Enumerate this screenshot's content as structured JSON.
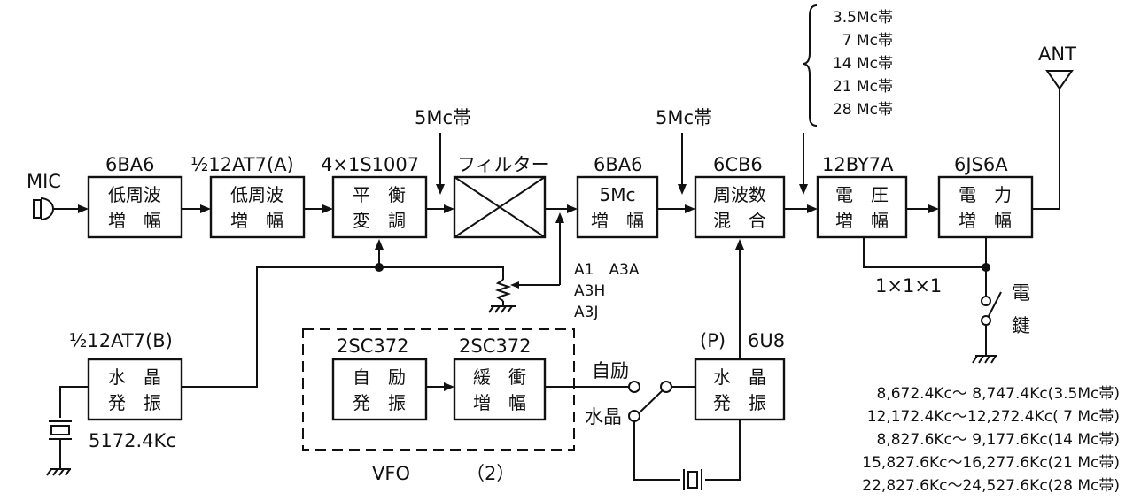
{
  "figure_number": "（2）",
  "input_label": "MIC",
  "antenna_label": "ANT",
  "stages": {
    "af_amp1": {
      "tube": "6BA6",
      "line1": "低周波",
      "line2": "増　幅"
    },
    "af_amp2": {
      "tube": "½12AT7(A)",
      "line1": "低周波",
      "line2": "増　幅"
    },
    "balanced_mod": {
      "tube": "4×1S1007",
      "line1": "平　衡",
      "line2": "変　調"
    },
    "filter": {
      "tube": "フィルター"
    },
    "if_amp": {
      "tube": "6BA6",
      "line1": "5Mc",
      "line2": "増　幅"
    },
    "mixer": {
      "tube": "6CB6",
      "line1": "周波数",
      "line2": "混　合"
    },
    "driver": {
      "tube": "12BY7A",
      "line1": "電　圧",
      "line2": "増　幅"
    },
    "final": {
      "tube": "6JS6A",
      "line1": "電　力",
      "line2": "増　幅"
    },
    "carrier_osc": {
      "tube": "½12AT7(B)",
      "line1": "水　晶",
      "line2": "発　振",
      "crystal_freq": "5172.4Kc"
    },
    "vfo_osc": {
      "tube": "2SC372",
      "line1": "自　励",
      "line2": "発　振"
    },
    "vfo_buffer": {
      "tube": "2SC372",
      "line1": "緩　衝",
      "line2": "増　幅"
    },
    "xtal_osc": {
      "tube": "6U8",
      "tube_prefix": "(P)",
      "line1": "水　晶",
      "line2": "発　振"
    }
  },
  "signal_labels": {
    "filter_input": "5Mc帯",
    "mixer_input": "5Mc帯"
  },
  "band_list": [
    "3.5Mc帯",
    "7 Mc帯",
    "14 Mc帯",
    "21 Mc帯",
    "28 Mc帯"
  ],
  "mode_labels": [
    "A1　A3A",
    "A3H",
    "A3J"
  ],
  "vfo_label": "VFO",
  "switch_labels": {
    "self": "自励",
    "crystal": "水晶"
  },
  "key_label": [
    "電",
    "鍵"
  ],
  "cathode_label": "1×1×1",
  "frequency_table": [
    "8,672.4Kc～ 8,747.4Kc(3.5Mc帯)",
    "12,172.4Kc～12,272.4Kc( 7 Mc帯)",
    "8,827.6Kc～ 9,177.6Kc(14 Mc帯)",
    "15,827.6Kc～16,277.6Kc(21 Mc帯)",
    "22,827.6Kc～24,527.6Kc(28 Mc帯)"
  ]
}
